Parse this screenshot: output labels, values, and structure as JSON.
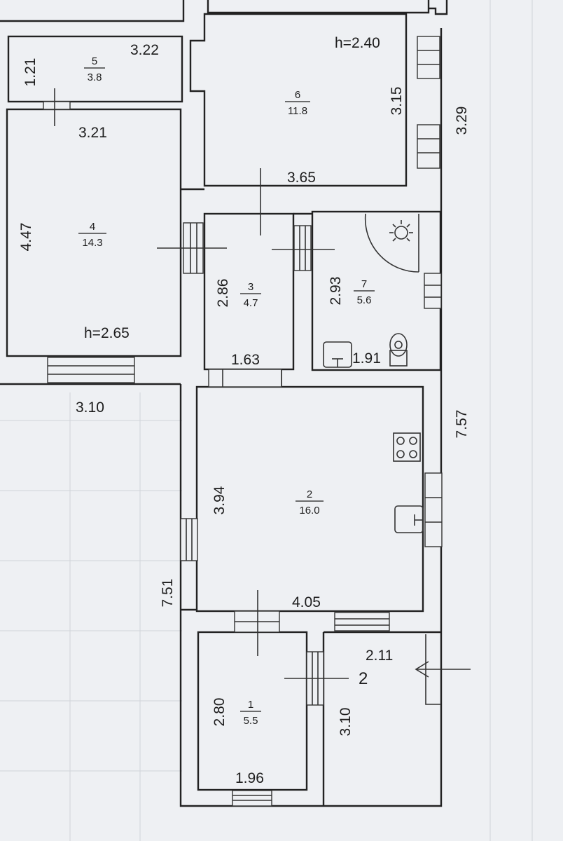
{
  "floor_plan": {
    "rooms": [
      {
        "number": "1",
        "area": "5.5"
      },
      {
        "number": "2",
        "area": "16.0"
      },
      {
        "number": "3",
        "area": "4.7"
      },
      {
        "number": "4",
        "area": "14.3"
      },
      {
        "number": "5",
        "area": "3.8"
      },
      {
        "number": "6",
        "area": "11.8"
      },
      {
        "number": "7",
        "area": "5.6"
      }
    ],
    "heights": {
      "room4": "h=2.65",
      "room6": "h=2.40"
    },
    "dimensions": {
      "r5_width": "3.22",
      "r5_height": "1.21",
      "r4_width": "3.21",
      "r4_height": "4.47",
      "r4_bottom": "3.10",
      "r6_height": "3.15",
      "r6_width": "3.65",
      "right_upper": "3.29",
      "r3_height": "2.86",
      "r3_width": "1.63",
      "r7_height": "2.93",
      "r7_width": "1.91",
      "right_lower": "7.57",
      "r2_height": "3.94",
      "r2_width": "4.05",
      "left_lower": "7.51",
      "r1_height": "2.80",
      "r1_width": "1.96",
      "hall_width": "2.11",
      "hall_height": "3.10"
    },
    "entrance_number": "2"
  }
}
